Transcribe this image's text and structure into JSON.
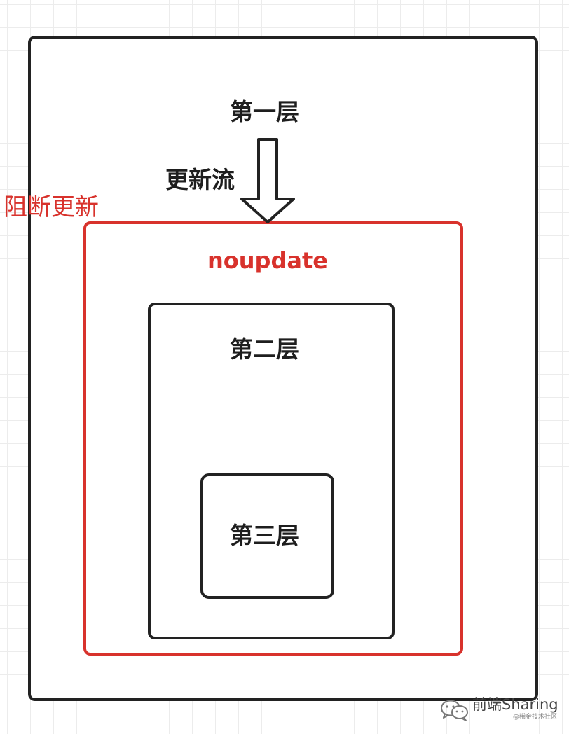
{
  "diagram": {
    "layer1_label": "第一层",
    "update_flow_label": "更新流",
    "block_update_label": "阻断更新",
    "noupdate_label": "noupdate",
    "layer2_label": "第二层",
    "layer3_label": "第三层"
  },
  "watermark": {
    "name": "前端Sharing",
    "sub": "@稀金技术社区"
  },
  "colors": {
    "stroke": "#222222",
    "accent_red": "#d8322c",
    "grid": "#ececec"
  }
}
